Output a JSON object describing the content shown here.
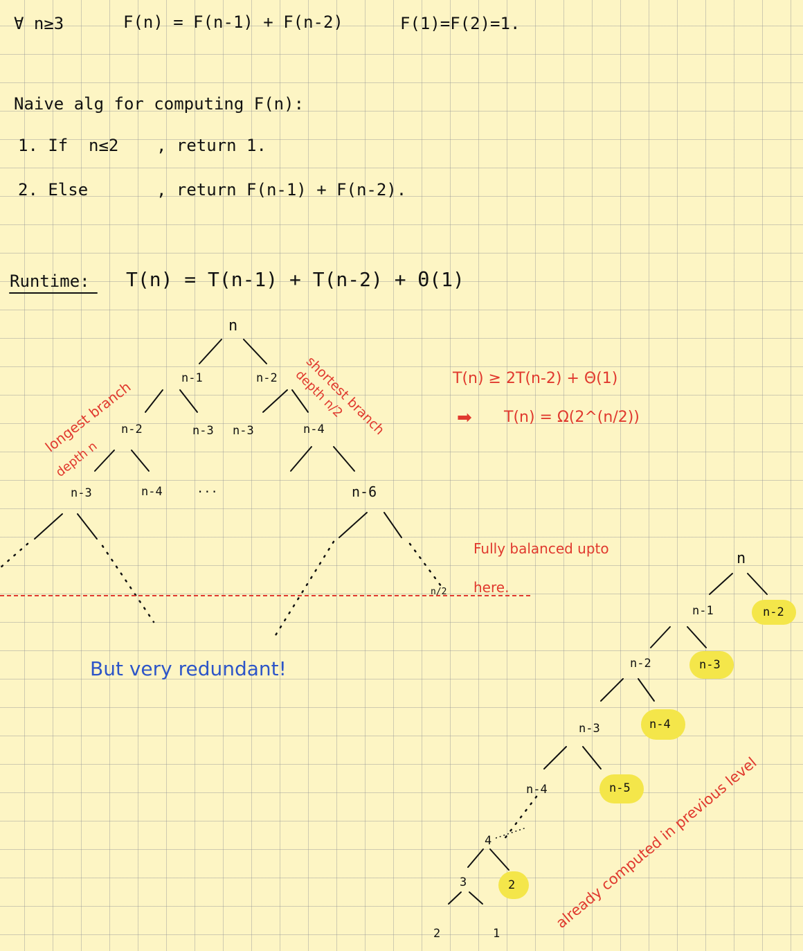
{
  "header": {
    "for_all": "∀ n≥3",
    "recurrence": "F(n) = F(n-1) + F(n-2)",
    "base": "F(1)=F(2)=1."
  },
  "algorithm": {
    "title": "Naive alg for computing F(n):",
    "step1_prefix": "1. If",
    "step1_cond": "n≤2",
    "step1_action": ", return 1.",
    "step2_prefix": "2. Else",
    "step2_action": ", return F(n-1) + F(n-2)."
  },
  "runtime": {
    "label": "Runtime:",
    "formula": "T(n) = T(n-1) + T(n-2) + Θ(1)"
  },
  "tree1": {
    "root": "n",
    "l1_left": "n-1",
    "l1_right": "n-2",
    "l2_a": "n-2",
    "l2_b": "n-3",
    "l2_c": "n-3",
    "l2_d": "n-4",
    "l3_a": "n-3",
    "l3_b": "n-4",
    "l3_dots": "...",
    "l3_d": "n-6",
    "half_mark": "n/2"
  },
  "annotations": {
    "longest_1": "longest branch",
    "longest_2": "depth n",
    "shortest_1": "shortest branch",
    "shortest_2": "depth n/2",
    "bound_1": "T(n) ≥ 2T(n-2) + Θ(1)",
    "bound_2": "T(n) = Ω(2^(n/2))",
    "arrow": "➡",
    "balanced_1": "Fully balanced upto",
    "balanced_2": "here.",
    "redundant": "But very redundant!",
    "already": "already computed in previous level"
  },
  "tree2": {
    "root": "n",
    "n1": "n-1",
    "n2_hl": "n-2",
    "n2": "n-2",
    "n3_hl": "n-3",
    "n3": "n-3",
    "n4_hl": "n-4",
    "n4": "n-4",
    "n5_hl": "n-5",
    "v4": "4",
    "v3": "3",
    "v2_hl": "2",
    "v2": "2",
    "v1": "1"
  },
  "colors": {
    "paper": "#fdf5c4",
    "ink": "#111111",
    "red": "#e0392e",
    "blue": "#2d55c8",
    "highlight": "#f4e64a"
  }
}
